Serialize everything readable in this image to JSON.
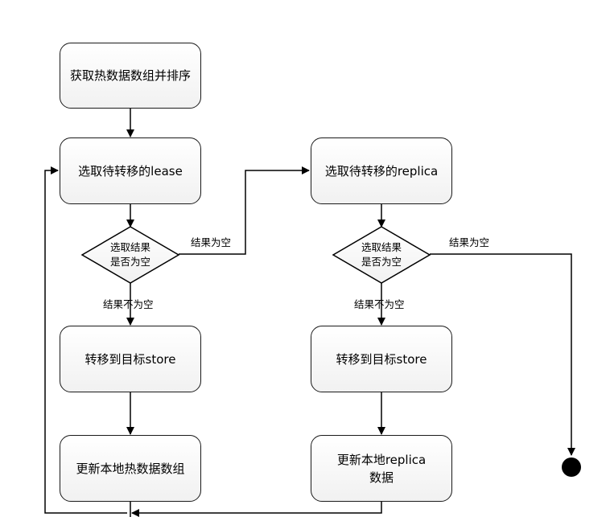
{
  "nodes": {
    "get_sort": "获取热数据数组并排序",
    "select_lease": "选取待转移的lease",
    "decision_lease": "选取结果\n是否为空",
    "transfer_lease": "转移到目标store",
    "update_hot": "更新本地热数据数组",
    "select_replica": "选取待转移的replica",
    "decision_replica": "选取结果\n是否为空",
    "transfer_replica": "转移到目标store",
    "update_replica": "更新本地replica\n数据"
  },
  "edge_labels": {
    "lease_empty": "结果为空",
    "lease_not_empty": "结果不为空",
    "replica_empty": "结果为空",
    "replica_not_empty": "结果不为空"
  }
}
